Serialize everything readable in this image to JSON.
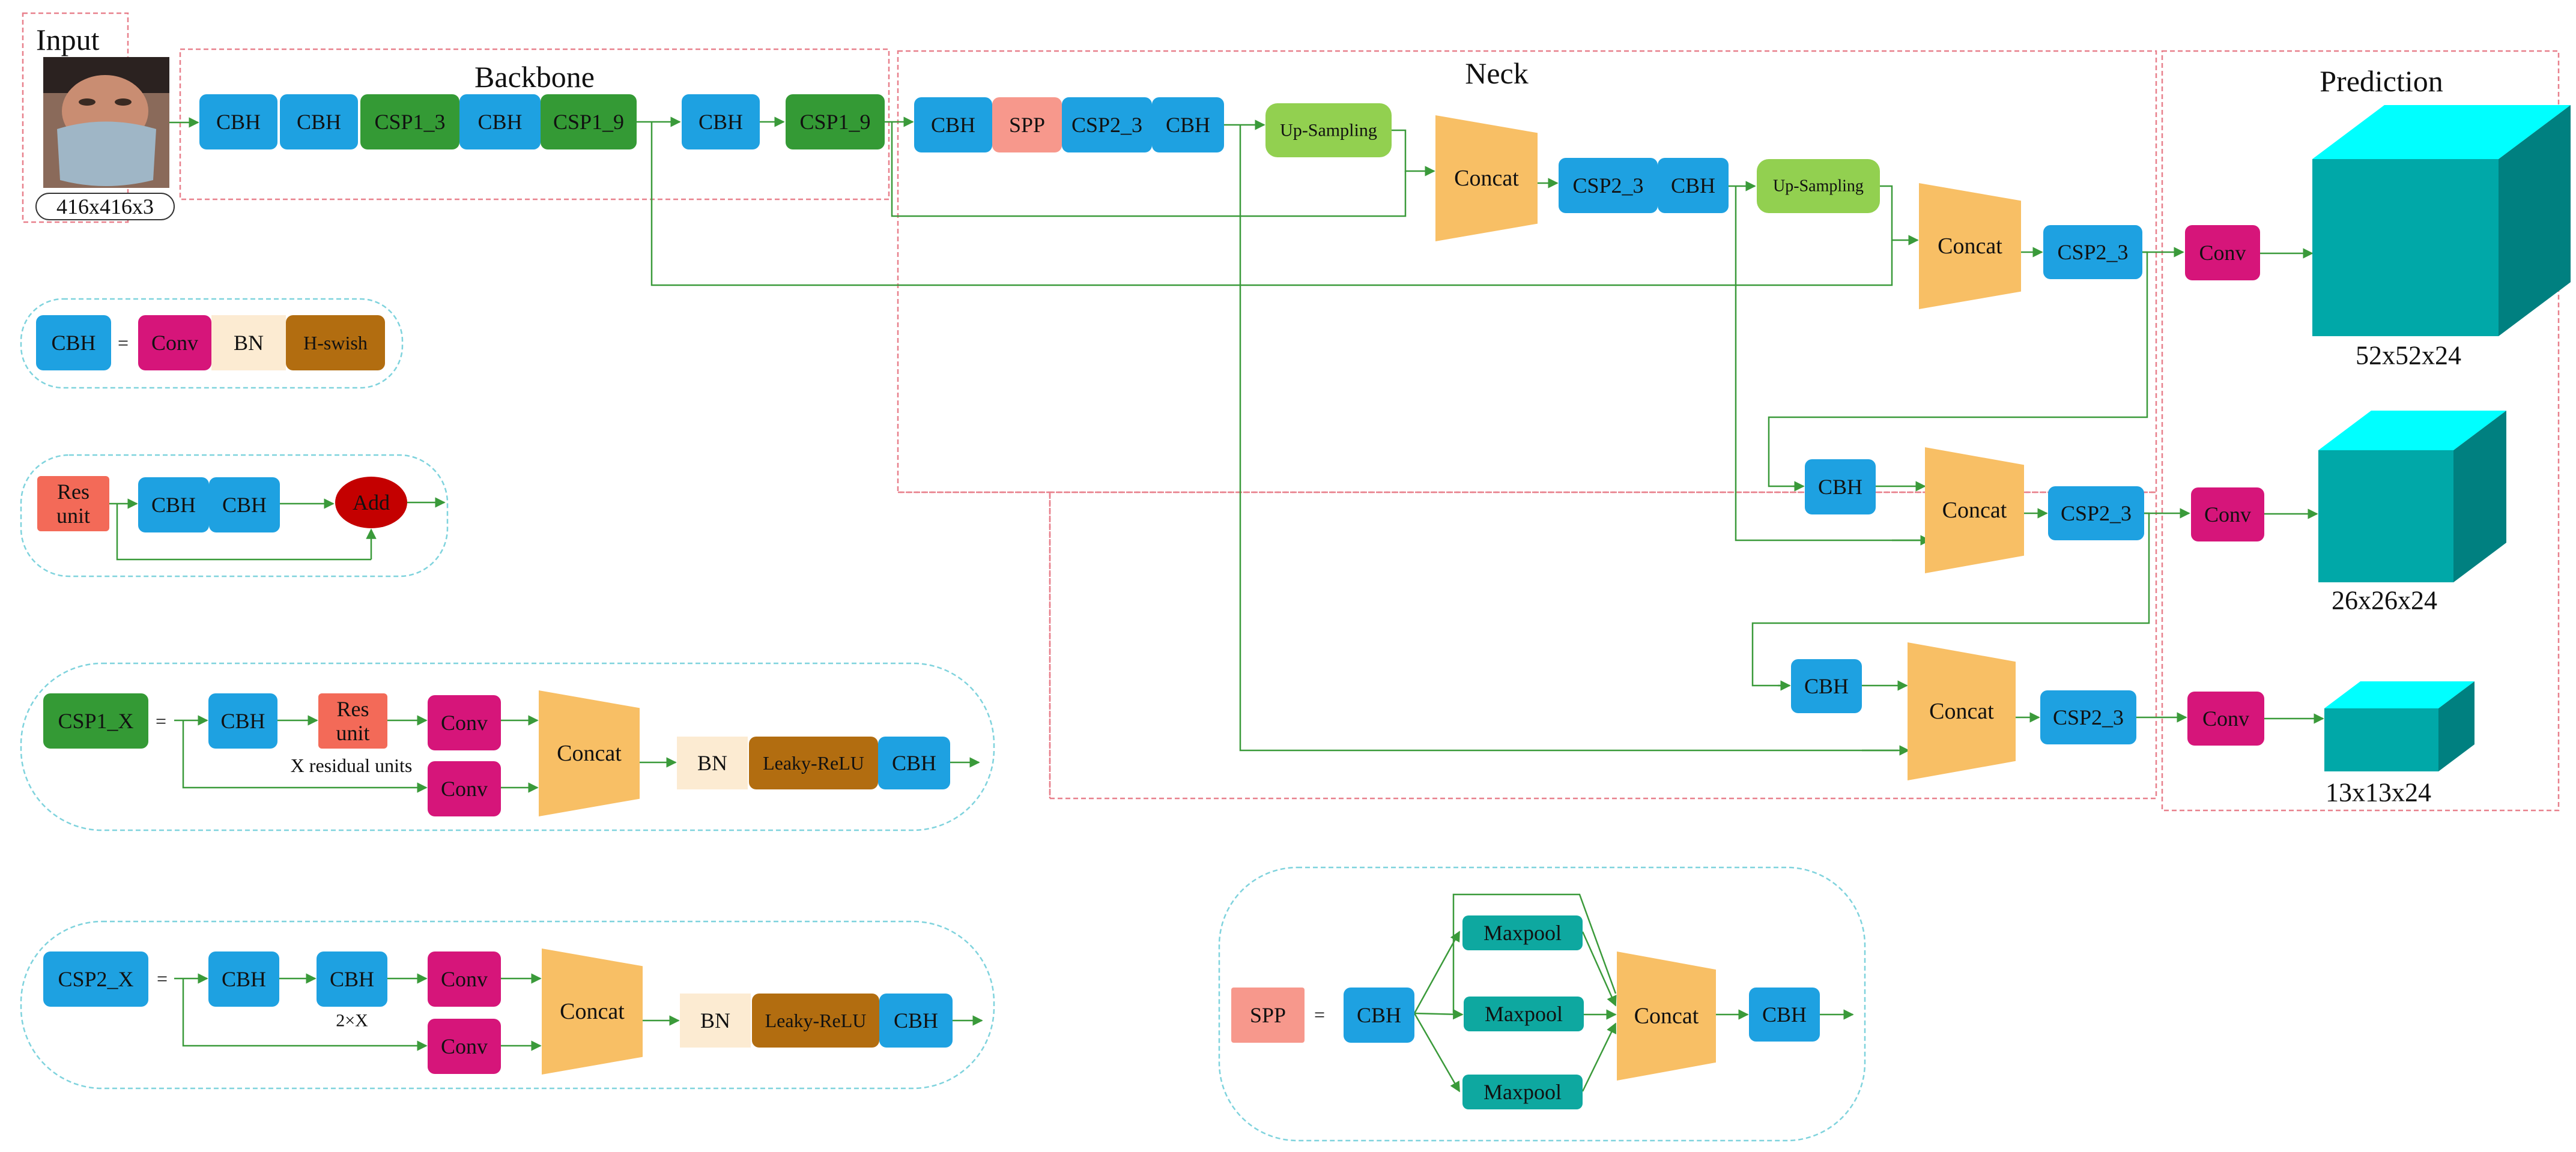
{
  "colors": {
    "cbh": "#1ea1e1",
    "csp1": "#349a35",
    "spp": "#f7988c",
    "conv": "#d6157a",
    "bn": "#fcebd2",
    "hswish": "#b26d10",
    "leaky": "#b26d10",
    "upsampling": "#92d050",
    "concat": "#f8bf65",
    "res_unit": "#f36a58",
    "add": "#c40000",
    "maxpool": "#0ea8a0",
    "cube_front": "#00a8a8",
    "cube_top": "#00ffff",
    "cube_side": "#008080",
    "arrow": "#3a9a3a",
    "frame_red": "#e8808c",
    "frame_cyan": "#7fd3dd"
  },
  "sections": {
    "input": "Input",
    "backbone": "Backbone",
    "neck": "Neck",
    "prediction": "Prediction"
  },
  "input_size": "416x416x3",
  "labels": {
    "cbh": "CBH",
    "csp1_3": "CSP1_3",
    "csp1_9": "CSP1_9",
    "spp": "SPP",
    "csp2_3": "CSP2_3",
    "upsampling": "Up-Sampling",
    "concat": "Concat",
    "conv": "Conv",
    "bn": "BN",
    "hswish": "H-swish",
    "leaky": "Leaky-ReLU",
    "res": "Res",
    "unit": "unit",
    "add": "Add",
    "maxpool": "Maxpool",
    "csp1_x": "CSP1_X",
    "csp2_x": "CSP2_X",
    "equals": "=",
    "x_residual": "X residual units",
    "two_x": "2×X"
  },
  "outputs": [
    "52x52x24",
    "26x26x24",
    "13x13x24"
  ]
}
